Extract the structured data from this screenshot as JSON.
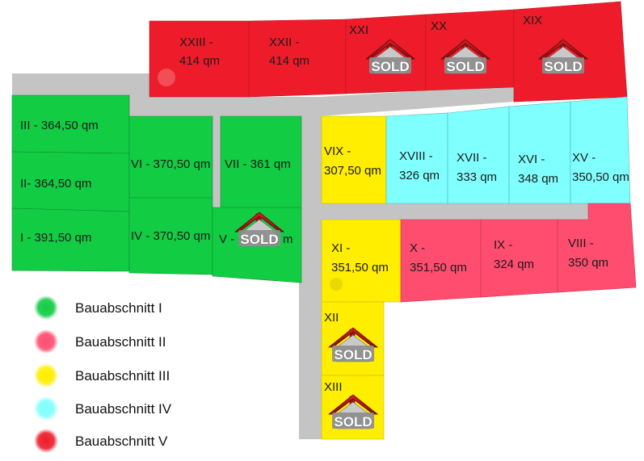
{
  "colors": {
    "phase_1": "#12cc44",
    "phase_2": "#ff4d70",
    "phase_3": "#ffee00",
    "phase_4": "#80ffff",
    "phase_5": "#ee1c2a",
    "road": "#c4c4c4"
  },
  "plots": {
    "xxiii": {
      "line1": "XXIII -",
      "line2": "414 qm"
    },
    "xxii": {
      "line1": "XXII -",
      "line2": "414 qm"
    },
    "xxi": {
      "number": "XXI",
      "sold": "SOLD"
    },
    "xx": {
      "number": "XX",
      "sold": "SOLD"
    },
    "xix": {
      "number": "XIX",
      "sold": "SOLD"
    },
    "iii": {
      "label": "III - 364,50 qm"
    },
    "ii": {
      "label": "II- 364,50 qm"
    },
    "i": {
      "label": "I - 391,50 qm"
    },
    "vi": {
      "label": "VI - 370,50 qm"
    },
    "iv": {
      "label": "IV - 370,50 qm"
    },
    "vii": {
      "label": "VII - 361 qm"
    },
    "v": {
      "prefix": "V -",
      "suffix": "m",
      "sold": "SOLD"
    },
    "vix": {
      "line1": "VIX -",
      "line2": "307,50 qm"
    },
    "xviii": {
      "line1": "XVIII -",
      "line2": "326 qm"
    },
    "xvii": {
      "line1": "XVII -",
      "line2": "333 qm"
    },
    "xvi": {
      "line1": "XVI -",
      "line2": "348 qm"
    },
    "xv": {
      "line1": "XV -",
      "line2": "350,50 qm"
    },
    "xi": {
      "line1": "XI -",
      "line2": "351,50 qm"
    },
    "x": {
      "line1": "X -",
      "line2": "351,50 qm"
    },
    "ix": {
      "line1": "IX -",
      "line2": "324 qm"
    },
    "viii": {
      "line1": "VIII -",
      "line2": "350 qm"
    },
    "xii": {
      "number": "XII",
      "sold": "SOLD"
    },
    "xiii": {
      "number": "XIII",
      "sold": "SOLD"
    }
  },
  "legend": [
    {
      "label": "Bauabschnitt I",
      "color": "#12cc44"
    },
    {
      "label": "Bauabschnitt II",
      "color": "#ff4d70"
    },
    {
      "label": "Bauabschnitt III",
      "color": "#ffee00"
    },
    {
      "label": "Bauabschnitt IV",
      "color": "#80ffff"
    },
    {
      "label": "Bauabschnitt V",
      "color": "#ee1c2a"
    }
  ]
}
